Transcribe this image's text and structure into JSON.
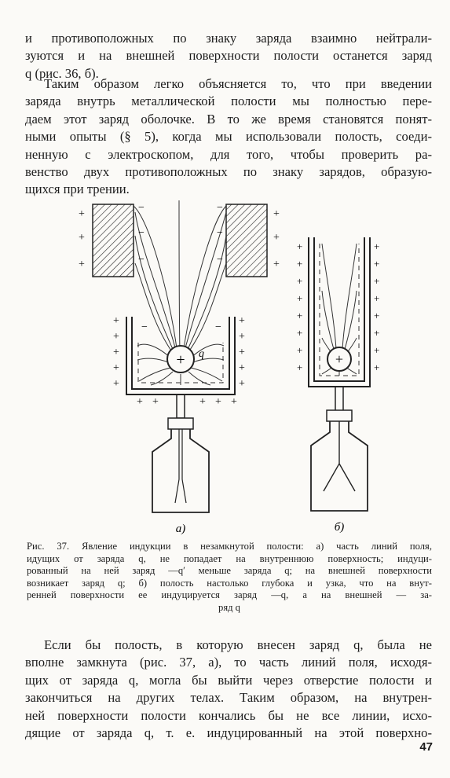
{
  "paragraph1": {
    "lines": [
      "и противоположных по знаку заряда взаимно нейтрали-",
      "зуются и на внешней поверхности полости останется заряд",
      "q (рис. 36, б)."
    ]
  },
  "paragraph2": {
    "lines": [
      "Таким образом легко объясняется то, что при введении",
      "заряда внутрь металлической полости мы полностью пере-",
      "даем этот заряд оболочке. В то же время становятся понят-",
      "ными опыты (§ 5), когда мы использовали полость, соеди-",
      "ненную с электроскопом, для того, чтобы проверить ра-",
      "венство двух противоположных по знаку зарядов, образую-",
      "щихся при трении."
    ]
  },
  "figure": {
    "label_a": "а)",
    "label_b": "б)",
    "charge_label": "q",
    "plus": "+",
    "minus": "−"
  },
  "caption": {
    "lines": [
      "Рис. 37. Явление индукции в незамкнутой полости: а) часть линий поля,",
      "идущих от заряда q, не попадает на внутреннюю поверхность; индуци-",
      "рованный на ней заряд —q′ меньше заряда q; на внешней поверхности",
      "возникает заряд q; б) полость настолько глубока и узка, что на внут-",
      "ренней поверхности ее индуцируется заряд —q, а на внешней — за-"
    ],
    "last_line": "ряд q"
  },
  "paragraph3": {
    "lines": [
      "Если бы полость, в которую внесен заряд q, была не",
      "вполне замкнута (рис. 37, а), то часть линий поля, исходя-",
      "щих от заряда q, могла бы выйти через отверстие полости и",
      "закончиться на других телах. Таким образом, на внутрен-",
      "ней поверхности полости кончались бы не все линии, исхо-",
      "дящие от заряда q, т. е. индуцированный на этой поверхно-"
    ]
  },
  "page_number": "47"
}
